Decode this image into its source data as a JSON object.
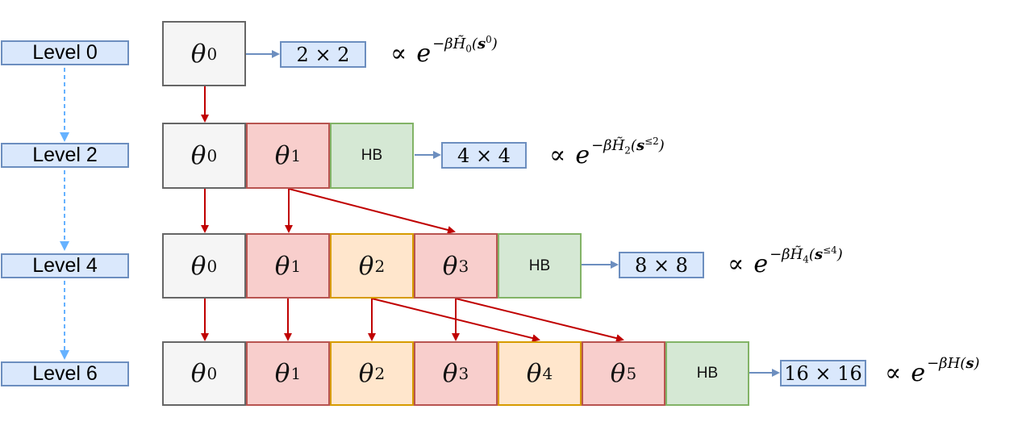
{
  "levels": [
    {
      "label": "Level 0",
      "size": "2 × 2",
      "exp_core": "−β",
      "exp_H": "H̃",
      "exp_H_sub": "0",
      "exp_arg": "s",
      "exp_arg_sup": "0"
    },
    {
      "label": "Level 2",
      "size": "4 × 4",
      "exp_core": "−β",
      "exp_H": "H̃",
      "exp_H_sub": "2",
      "exp_arg": "s",
      "exp_arg_sup": "≤2"
    },
    {
      "label": "Level 4",
      "size": "8 × 8",
      "exp_core": "−β",
      "exp_H": "H̃",
      "exp_H_sub": "4",
      "exp_arg": "s",
      "exp_arg_sup": "≤4"
    },
    {
      "label": "Level 6",
      "size": "16 × 16",
      "exp_core": "−β",
      "exp_H": "H",
      "exp_H_sub": "",
      "exp_arg": "s",
      "exp_arg_sup": ""
    }
  ],
  "formula_prefix": "∝",
  "formula_base": "e",
  "theta_symbol": "θ",
  "cells": {
    "theta0": "0",
    "theta1": "1",
    "theta2": "2",
    "theta3": "3",
    "theta4": "4",
    "theta5": "5",
    "hb": "HB"
  },
  "colors": {
    "level_fill": "#dae8fc",
    "level_stroke": "#6c8ebf",
    "gray_fill": "#f5f5f5",
    "red_fill": "#f8cecc",
    "orange_fill": "#ffe6cc",
    "green_fill": "#d5e8d4",
    "arrow_red": "#c00000",
    "arrow_blue": "#6c8ebf",
    "arrow_dashed": "#66b2ff"
  }
}
